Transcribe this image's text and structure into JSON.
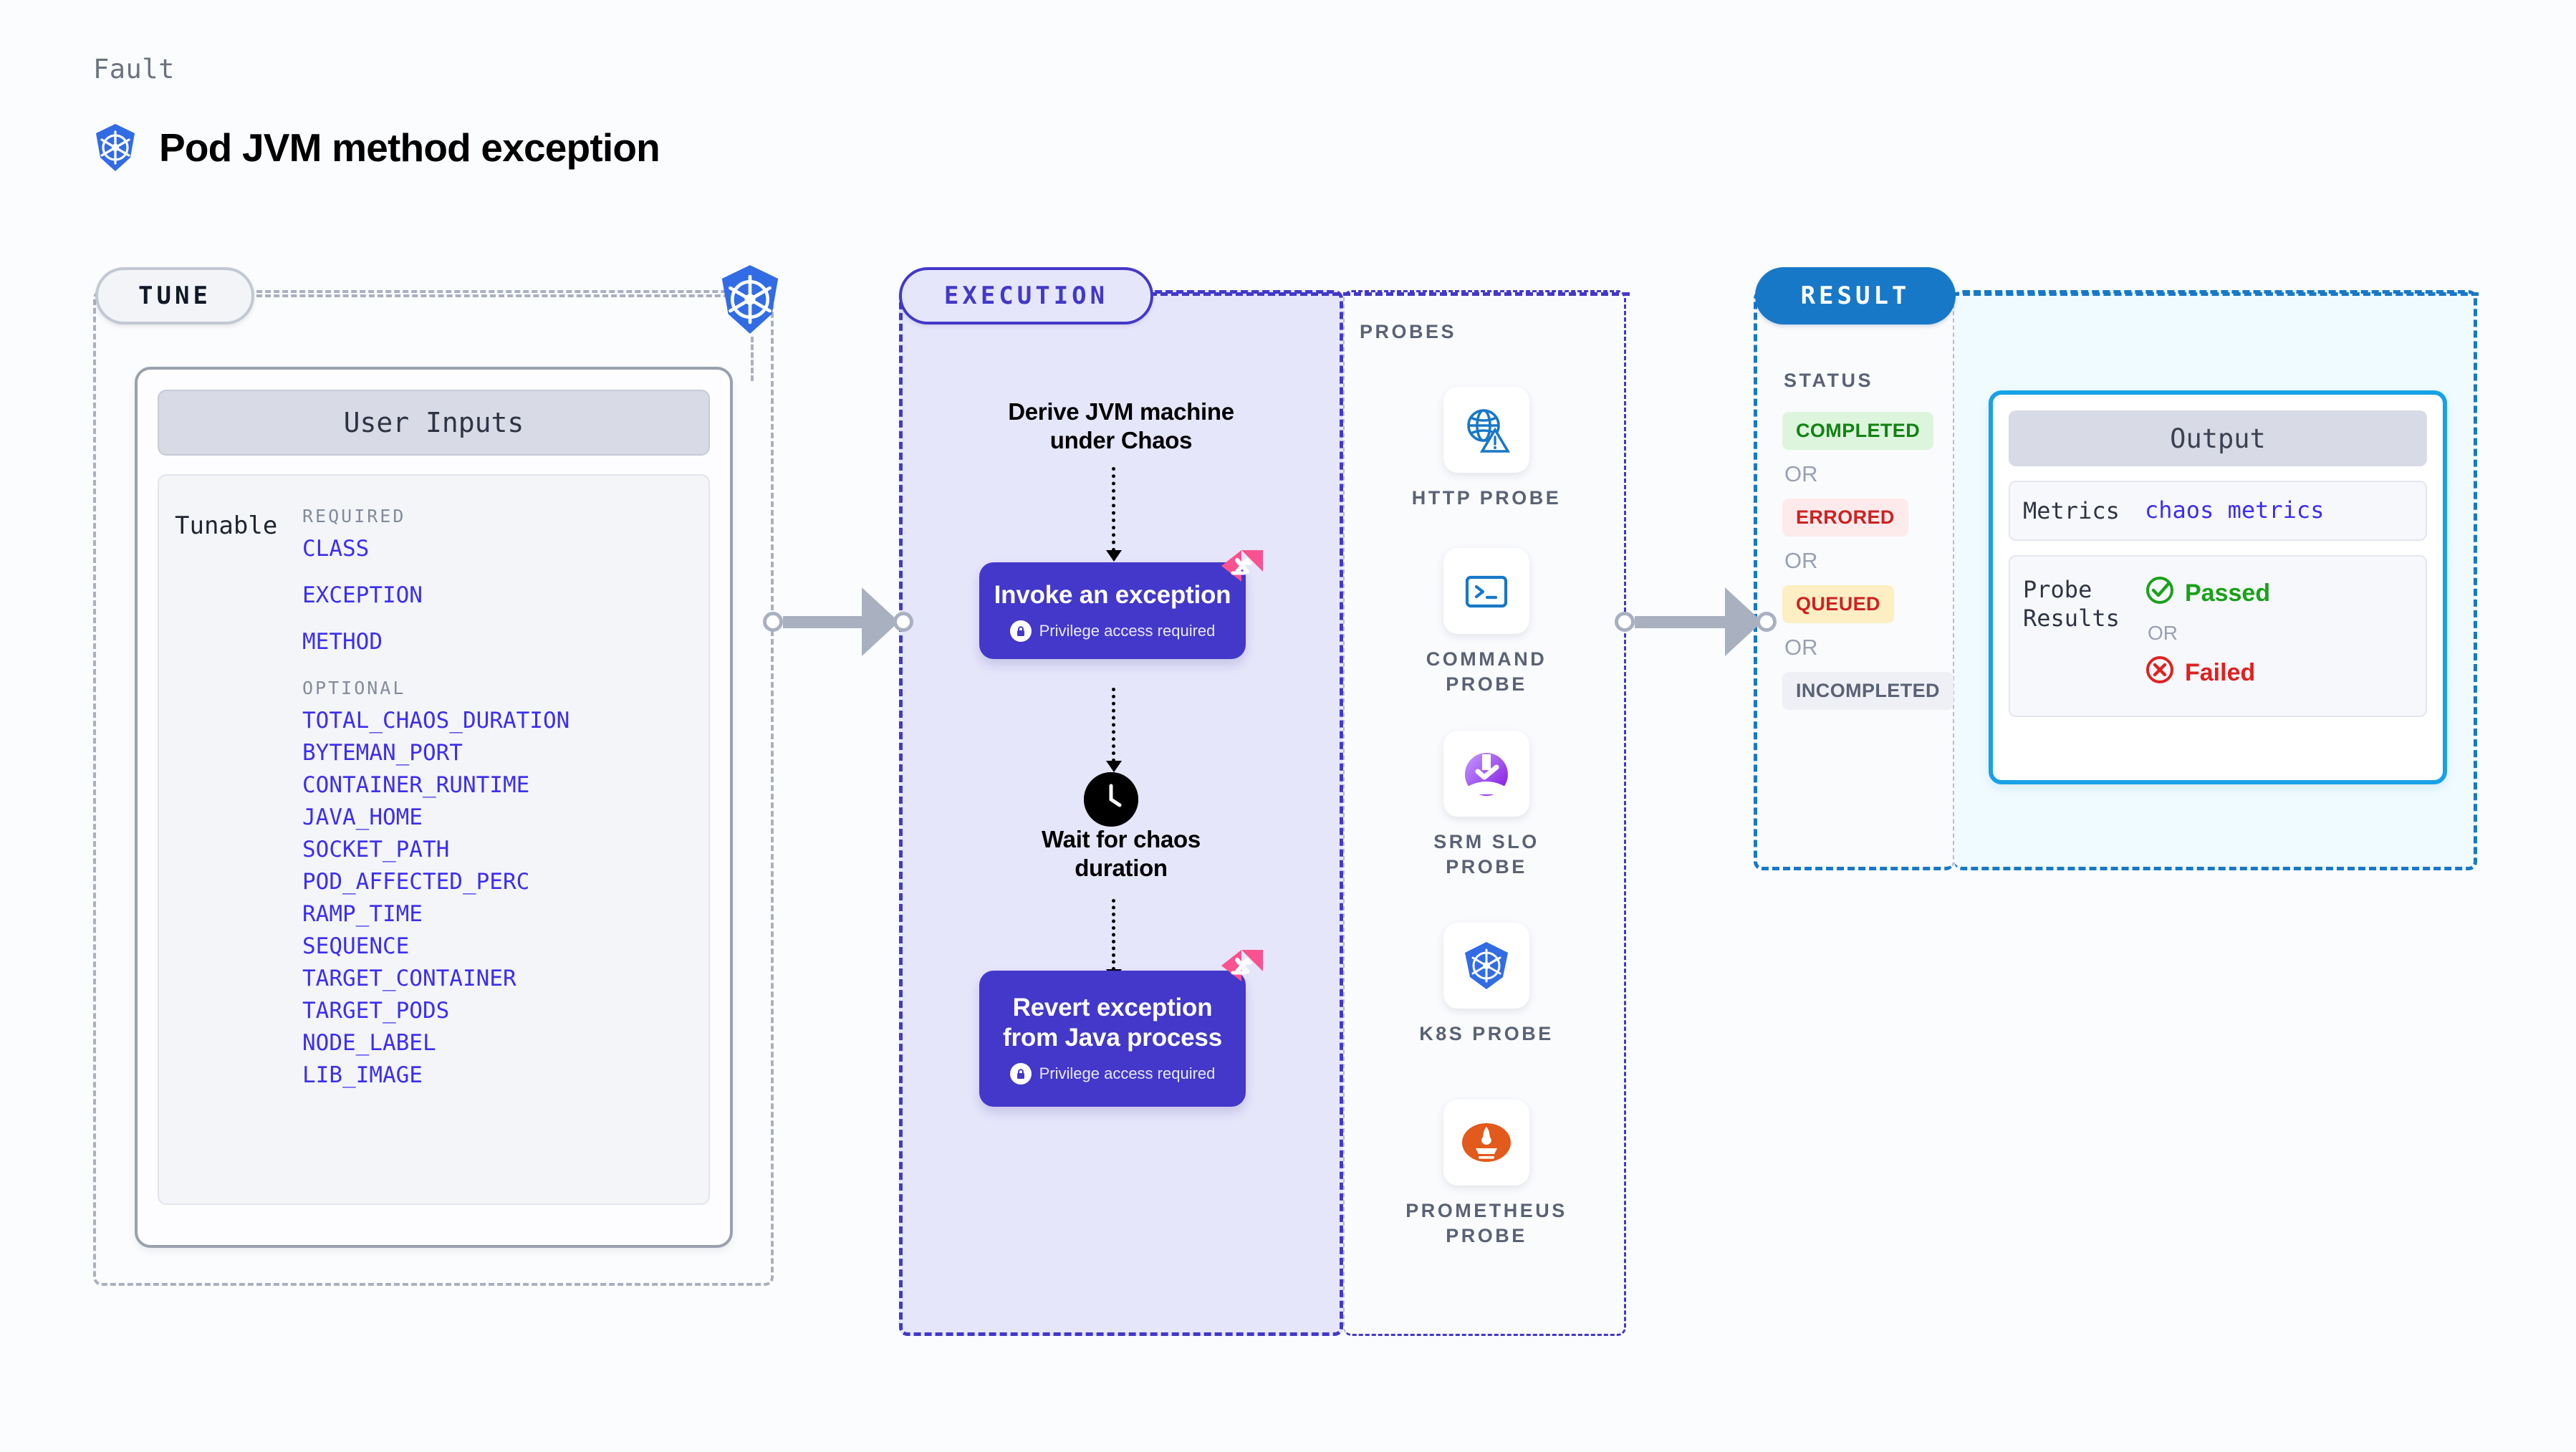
{
  "header": {
    "kicker": "Fault",
    "title": "Pod JVM method exception",
    "logo_icon": "kubernetes-icon"
  },
  "tune": {
    "pill_label": "TUNE",
    "platform_icon": "kubernetes-icon",
    "card": {
      "header": "User Inputs",
      "row_label": "Tunable",
      "groups": [
        {
          "heading": "REQUIRED",
          "params": [
            "CLASS",
            "EXCEPTION",
            "METHOD"
          ]
        },
        {
          "heading": "OPTIONAL",
          "params": [
            "TOTAL_CHAOS_DURATION",
            "BYTEMAN_PORT",
            "CONTAINER_RUNTIME",
            "JAVA_HOME",
            "SOCKET_PATH",
            "POD_AFFECTED_PERC",
            "RAMP_TIME",
            "SEQUENCE",
            "TARGET_CONTAINER",
            "TARGET_PODS",
            "NODE_LABEL",
            "LIB_IMAGE"
          ]
        }
      ]
    }
  },
  "execution": {
    "pill_label": "EXECUTION",
    "step_derive": "Derive JVM machine\nunder Chaos",
    "step_wait": "Wait for chaos\nduration",
    "wait_icon": "clock-icon",
    "cards": [
      {
        "title": "Invoke an exception",
        "subtitle": "Privilege access required",
        "sub_icon": "lock-icon",
        "badge_icon": "harness-fault-icon"
      },
      {
        "title": "Revert exception\nfrom Java process",
        "subtitle": "Privilege access required",
        "sub_icon": "lock-icon",
        "badge_icon": "harness-fault-icon"
      }
    ]
  },
  "probes": {
    "title": "PROBES",
    "items": [
      {
        "label": "HTTP PROBE",
        "icon": "globe-warning-icon"
      },
      {
        "label": "COMMAND\nPROBE",
        "icon": "terminal-icon"
      },
      {
        "label": "SRM SLO\nPROBE",
        "icon": "srm-slo-icon"
      },
      {
        "label": "K8S PROBE",
        "icon": "kubernetes-icon"
      },
      {
        "label": "PROMETHEUS\nPROBE",
        "icon": "prometheus-icon"
      }
    ]
  },
  "result": {
    "pill_label": "RESULT",
    "status_title": "STATUS",
    "or_label": "OR",
    "statuses": [
      {
        "label": "COMPLETED",
        "bg": "#ddf5dd",
        "fg": "#128212"
      },
      {
        "label": "ERRORED",
        "bg": "#fdeaea",
        "fg": "#cc2222"
      },
      {
        "label": "QUEUED",
        "bg": "#fdeec4",
        "fg": "#cc2222"
      },
      {
        "label": "INCOMPLETED",
        "bg": "#eef0f5",
        "fg": "#5a6275"
      }
    ]
  },
  "output": {
    "header": "Output",
    "metrics_key": "Metrics",
    "metrics_value": "chaos metrics",
    "probe_results_key": "Probe\nResults",
    "passed_label": "Passed",
    "failed_label": "Failed",
    "or_label": "OR",
    "passed_icon": "check-circle-icon",
    "failed_icon": "x-circle-icon"
  },
  "colors": {
    "accent_indigo": "#4338ca",
    "accent_blue": "#1878c8",
    "param_link": "#3d2ef0",
    "fault_pink": "#f9528f",
    "cyan_border": "#17a2e8"
  }
}
